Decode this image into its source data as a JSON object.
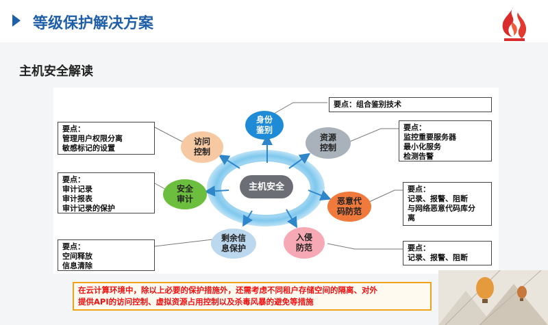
{
  "header": {
    "title": "等级保护解决方案"
  },
  "section_title": "主机安全解读",
  "center": {
    "label": "主机安全"
  },
  "nodes": {
    "identity": {
      "label": "身份\n鉴别",
      "color": "#1f8bd6",
      "text_color": "#ffffff"
    },
    "resource": {
      "label": "资源\n控制",
      "color": "#a9b2bb",
      "text_color": "#111111"
    },
    "malicious": {
      "label": "恶意代\n码防范",
      "color": "#f07a3c",
      "text_color": "#111111"
    },
    "intrusion": {
      "label": "入侵\n防范",
      "color": "#f6a9b4",
      "text_color": "#111111"
    },
    "residual": {
      "label": "剩余信\n息保护",
      "color": "#bcd8ef",
      "text_color": "#111111"
    },
    "audit": {
      "label": "安全\n审计",
      "color": "#6cbf3e",
      "text_color": "#111111"
    },
    "access": {
      "label": "访问\n控制",
      "color": "#f7c9a3",
      "text_color": "#111111"
    }
  },
  "boxes": {
    "top": {
      "title": "要点：组合鉴别技术"
    },
    "access": {
      "title": "要点：",
      "lines": "管理用户权限分离\n敏感标记的设置"
    },
    "audit": {
      "title": "要点：",
      "lines": "审计记录\n审计报表\n审计记录的保护"
    },
    "residual": {
      "title": "要点：",
      "lines": "空间释放\n信息清除"
    },
    "resource": {
      "title": "要点：",
      "lines": "监控重要服务器\n最小化服务\n检测告警"
    },
    "malicious": {
      "title": "要点：",
      "lines": "记录、报警、阻断\n与网络恶意代码库分\n离"
    },
    "intrusion": {
      "title": "要点：",
      "lines": "记录、报警、阻断"
    }
  },
  "note": {
    "line1": "在云计算环境中，除以上必要的保护措施外，还需考虑不同租户存储空间的隔离、对外",
    "line2": "提供API的访问控制、虚拟资源占用控制以及杀毒风暴的避免等措施"
  },
  "colors": {
    "brand_blue": "#1f5fa8",
    "note_border": "#f0a21a",
    "note_text": "#ee1111",
    "ring": "#7fc8ee"
  }
}
